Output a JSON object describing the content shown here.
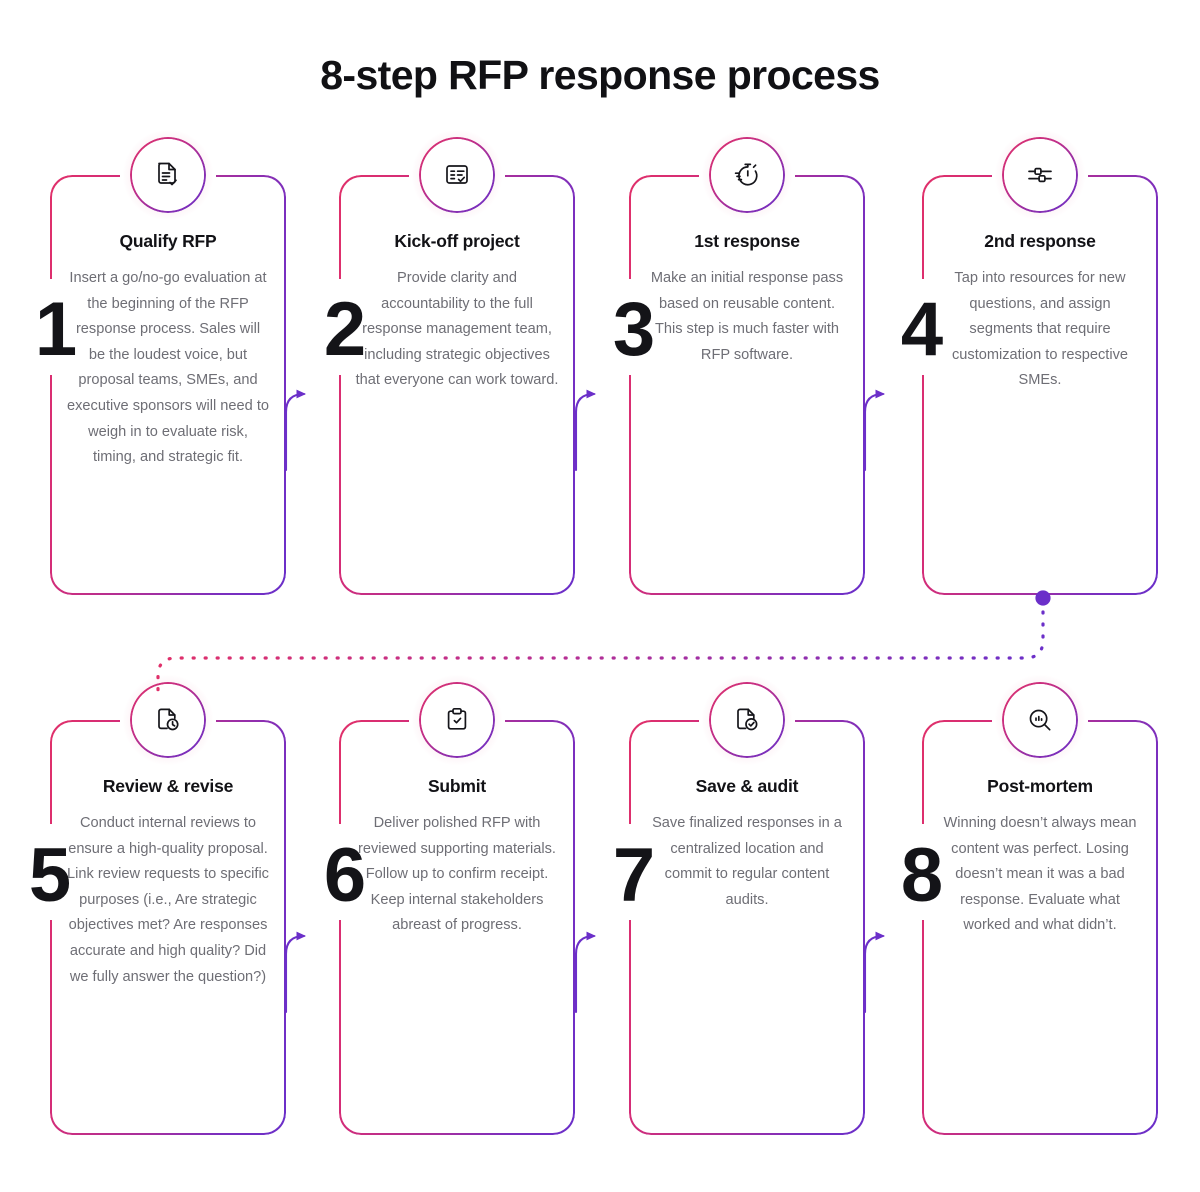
{
  "header": {
    "title": "8-step RFP response process"
  },
  "theme": {
    "accent_start": "#E0306A",
    "accent_end": "#6B2FC9",
    "title_color": "#121216",
    "body_color": "#6E6E75",
    "background": "#FFFFFF"
  },
  "steps": [
    {
      "number": "1",
      "title": "Qualify RFP",
      "description": "Insert a go/no-go evaluation at the beginning of the RFP response process. Sales will be the loudest voice, but proposal teams, SMEs, and executive sponsors will need to weigh in to evaluate risk, timing, and strategic fit.",
      "icon": "document-check-icon"
    },
    {
      "number": "2",
      "title": "Kick-off project",
      "description": "Provide clarity and accountability to the full response management team, including strategic objectives that everyone can work toward.",
      "icon": "checklist-document-icon"
    },
    {
      "number": "3",
      "title": "1st response",
      "description": "Make an initial response pass based on reusable content. This step is much faster with RFP software.",
      "icon": "stopwatch-fast-icon"
    },
    {
      "number": "4",
      "title": "2nd response",
      "description": "Tap into resources for new questions, and assign segments that require customization to respective SMEs.",
      "icon": "sliders-icon"
    },
    {
      "number": "5",
      "title": "Review & revise",
      "description": "Conduct internal reviews to ensure a high-quality proposal. Link review requests to specific purposes (i.e., Are strategic objectives met? Are responses accurate and high quality? Did we fully answer the question?)",
      "icon": "document-clock-icon"
    },
    {
      "number": "6",
      "title": "Submit",
      "description": "Deliver polished RFP with reviewed supporting materials. Follow up to confirm receipt. Keep internal stakeholders abreast of progress.",
      "icon": "clipboard-check-icon"
    },
    {
      "number": "7",
      "title": "Save & audit",
      "description": "Save finalized responses in a centralized location and commit to regular content audits.",
      "icon": "document-verified-icon"
    },
    {
      "number": "8",
      "title": "Post-mortem",
      "description": "Winning doesn’t always mean content was perfect. Losing doesn’t mean it was a bad response. Evaluate what worked and what didn’t.",
      "icon": "magnifier-insights-icon"
    }
  ],
  "connectors": {
    "row_arrow_count": 6,
    "wrap_dot_color": "#6B2FC9",
    "wrap_line_style": "dashed"
  }
}
